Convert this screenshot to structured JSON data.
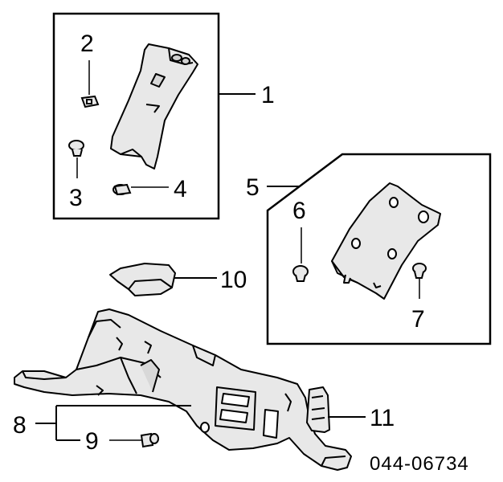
{
  "callouts": {
    "c1": "1",
    "c2": "2",
    "c3": "3",
    "c4": "4",
    "c5": "5",
    "c6": "6",
    "c7": "7",
    "c8": "8",
    "c9": "9",
    "c10": "10",
    "c11": "11"
  },
  "diagram_number": "044-06734",
  "colors": {
    "part_fill": "#e8e8e8",
    "stroke": "#000000",
    "background": "#ffffff"
  }
}
